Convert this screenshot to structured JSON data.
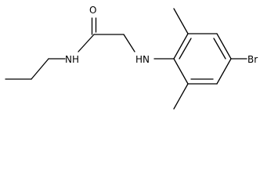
{
  "molecule": {
    "atoms": {
      "oxygen": "O",
      "amide_nh": "NH",
      "amine_nh": "HN",
      "bromine": "Br"
    },
    "colors": {
      "bond": "#000000",
      "label": "#000000",
      "background": "#ffffff"
    }
  }
}
